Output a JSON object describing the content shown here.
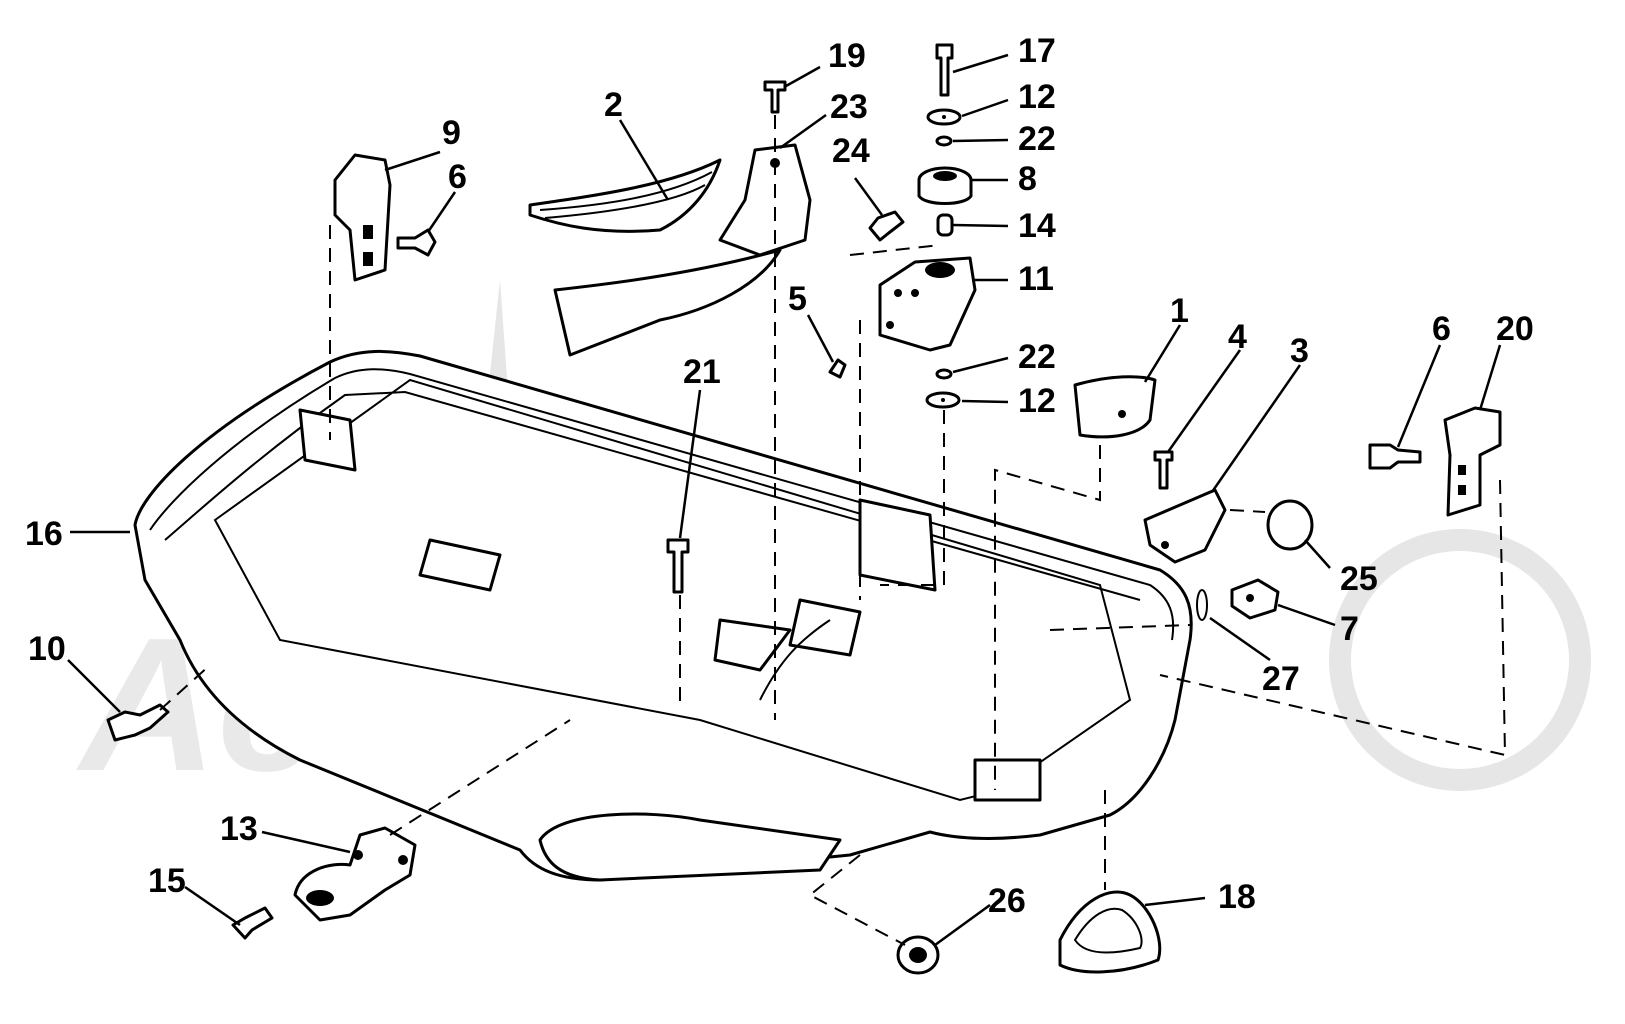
{
  "callouts": [
    {
      "id": "1",
      "label": "1"
    },
    {
      "id": "2",
      "label": "2"
    },
    {
      "id": "3",
      "label": "3"
    },
    {
      "id": "4",
      "label": "4"
    },
    {
      "id": "5",
      "label": "5"
    },
    {
      "id": "6a",
      "label": "6"
    },
    {
      "id": "6b",
      "label": "6"
    },
    {
      "id": "7",
      "label": "7"
    },
    {
      "id": "8",
      "label": "8"
    },
    {
      "id": "9",
      "label": "9"
    },
    {
      "id": "10",
      "label": "10"
    },
    {
      "id": "11",
      "label": "11"
    },
    {
      "id": "12a",
      "label": "12"
    },
    {
      "id": "12b",
      "label": "12"
    },
    {
      "id": "13",
      "label": "13"
    },
    {
      "id": "14",
      "label": "14"
    },
    {
      "id": "15",
      "label": "15"
    },
    {
      "id": "16",
      "label": "16"
    },
    {
      "id": "17",
      "label": "17"
    },
    {
      "id": "18",
      "label": "18"
    },
    {
      "id": "19",
      "label": "19"
    },
    {
      "id": "20",
      "label": "20"
    },
    {
      "id": "21",
      "label": "21"
    },
    {
      "id": "22a",
      "label": "22"
    },
    {
      "id": "22b",
      "label": "22"
    },
    {
      "id": "23",
      "label": "23"
    },
    {
      "id": "24",
      "label": "24"
    },
    {
      "id": "25",
      "label": "25"
    },
    {
      "id": "26",
      "label": "26"
    },
    {
      "id": "27",
      "label": "27"
    }
  ],
  "watermark": {
    "text": "AeroMoto",
    "color": "#e6e6e6"
  },
  "colors": {
    "line": "#000000",
    "background": "#ffffff"
  }
}
